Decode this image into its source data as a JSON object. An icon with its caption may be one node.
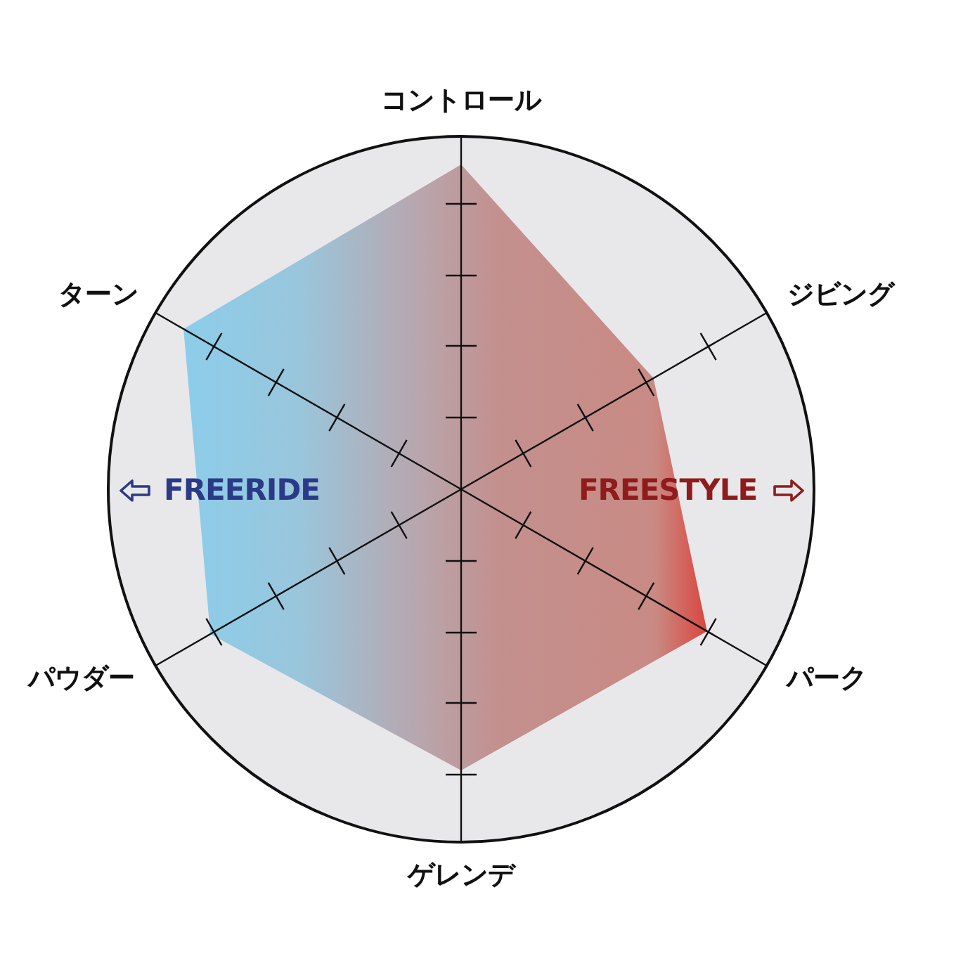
{
  "diagram": {
    "labels": [
      "コントロール",
      "ターン",
      "ジビング",
      "FREERIDE",
      "FREESTYLE",
      "パウダー",
      "パーク",
      "ゲレンデ"
    ]
  }
}
